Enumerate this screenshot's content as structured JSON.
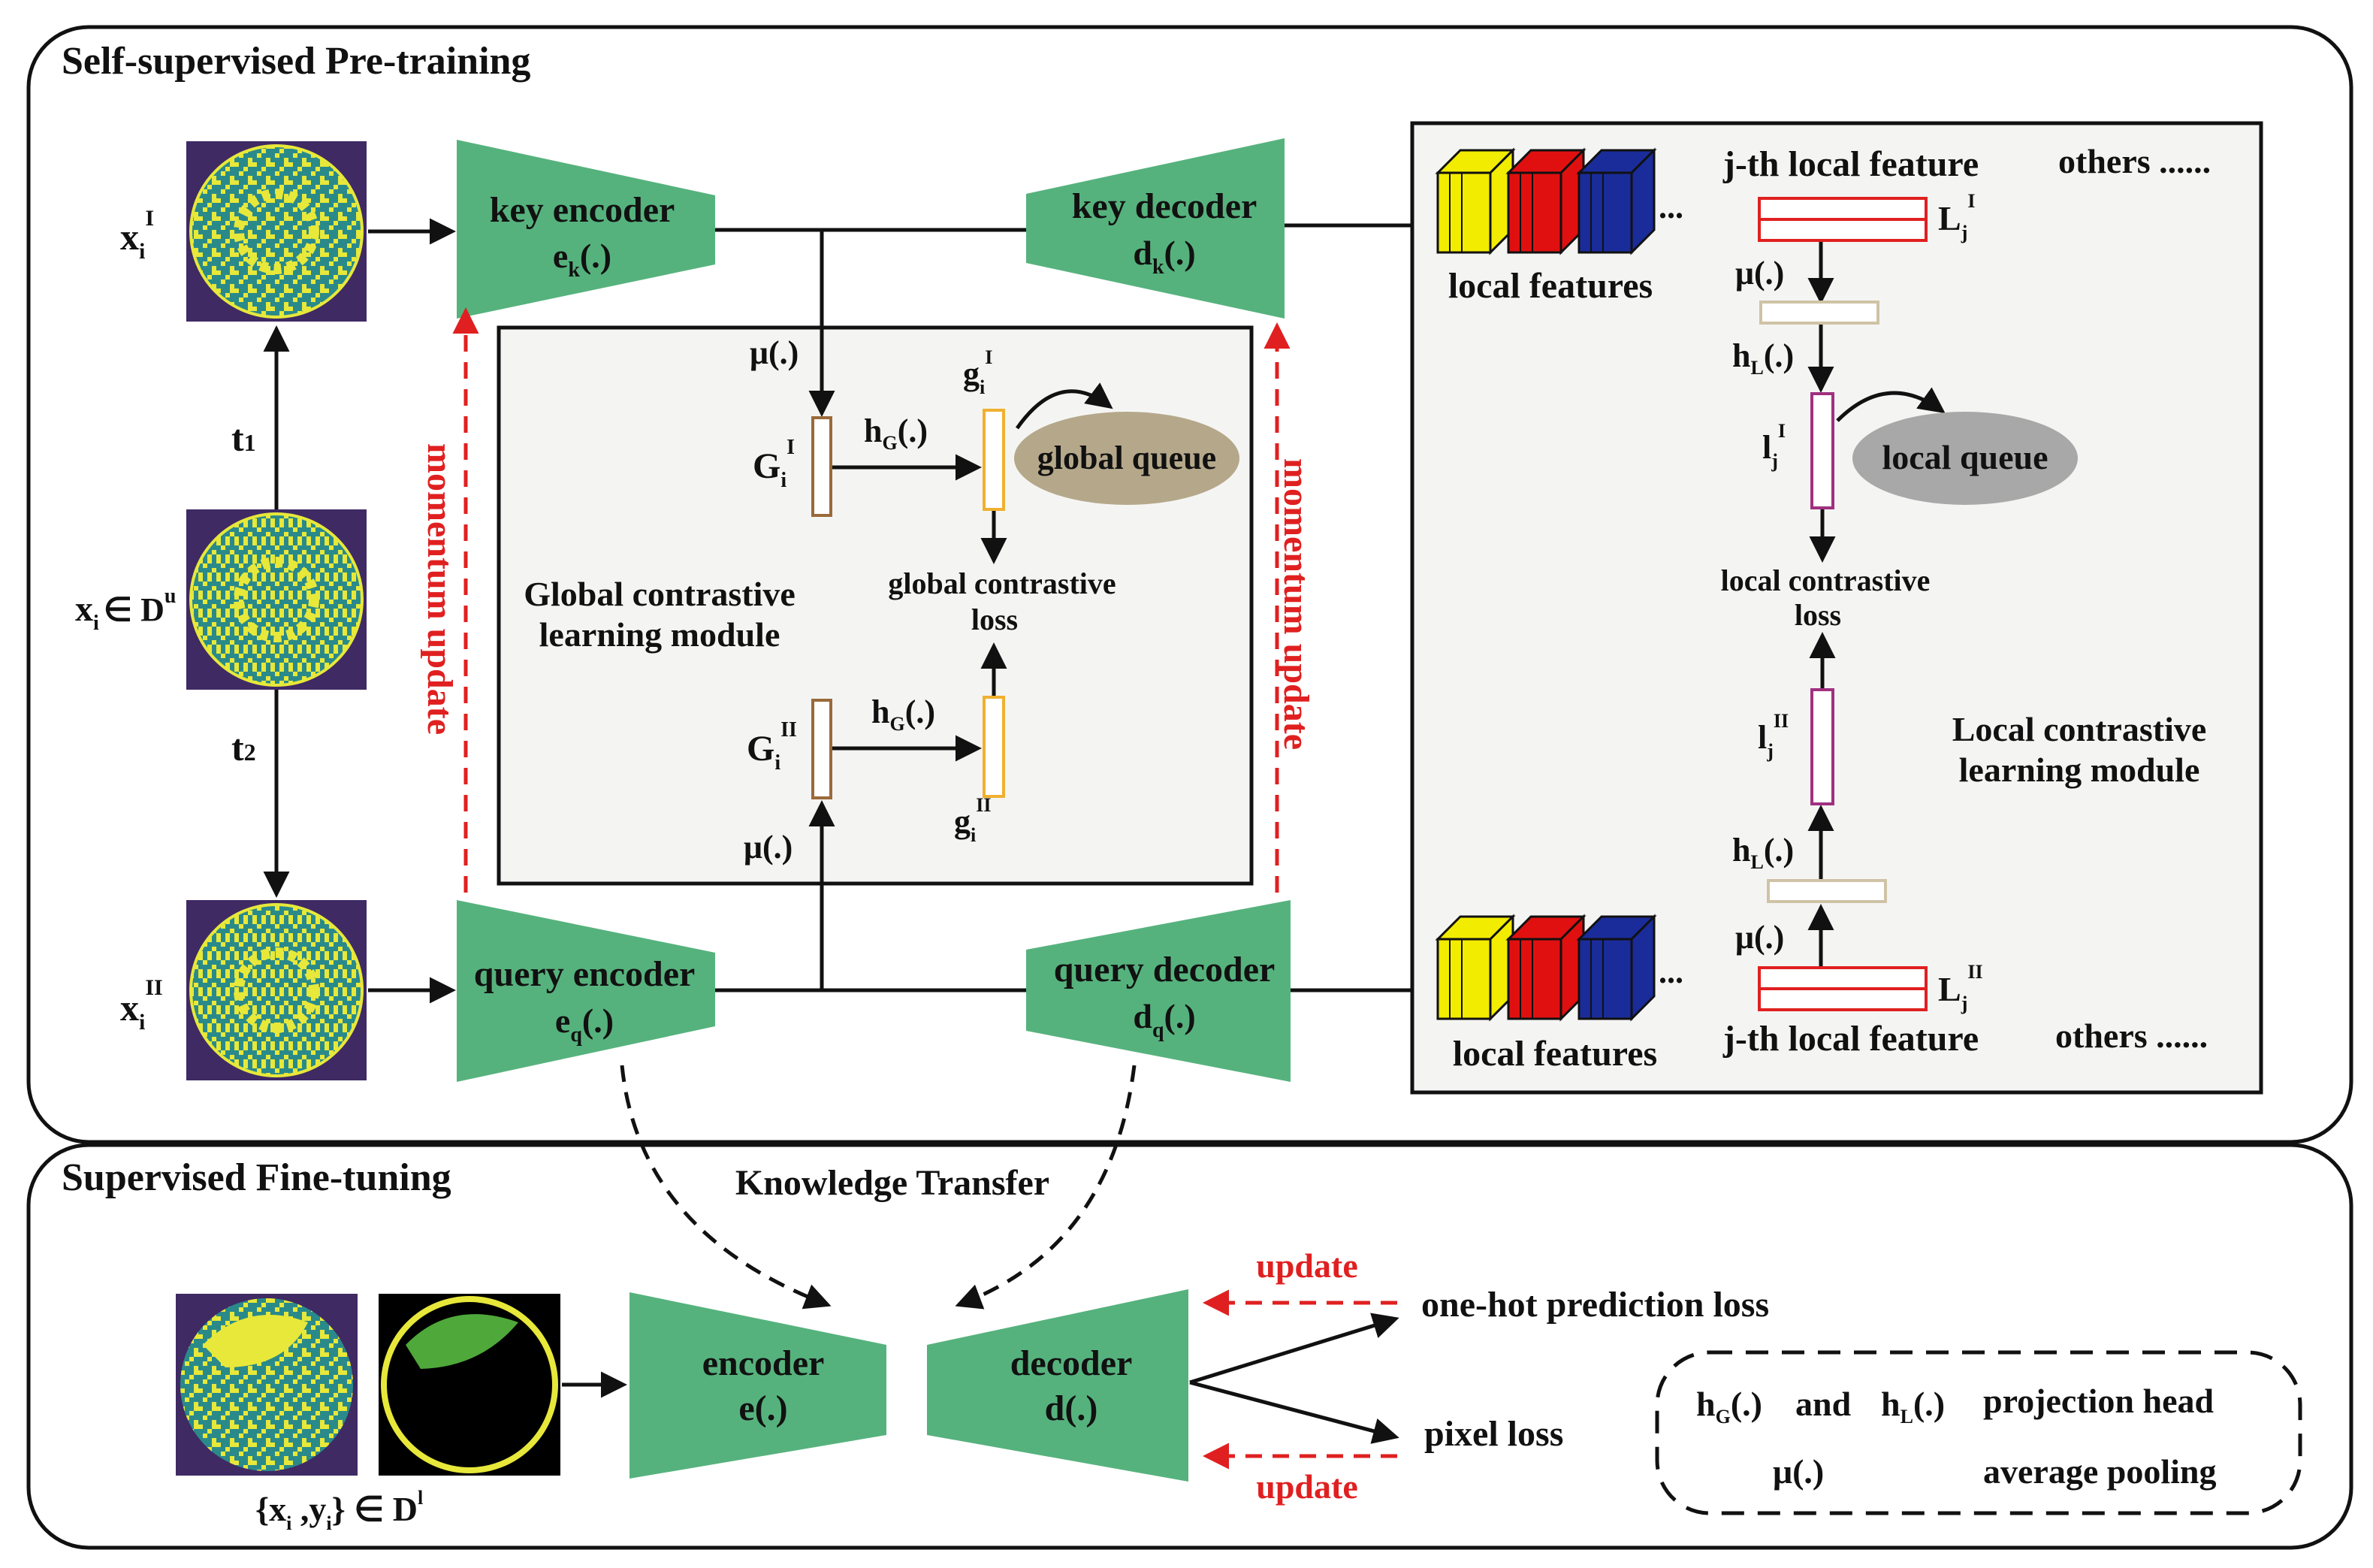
{
  "pretrain": {
    "title": "Self-supervised Pre-training",
    "x_top": "x",
    "x_top_sub": "i",
    "x_top_sup": "I",
    "x_mid": "x",
    "x_mid_sub": "i",
    "x_mid_rel": "∈ D",
    "x_mid_sup": "u",
    "x_bot": "x",
    "x_bot_sub": "i",
    "x_bot_sup": "II",
    "t1": "t",
    "t1_sub": "1",
    "t2": "t",
    "t2_sub": "2",
    "momentum": "momentum update",
    "key_encoder": "key encoder",
    "key_encoder_fn": "e",
    "key_encoder_sub": "k",
    "key_encoder_arg": "(.)",
    "key_decoder": "key decoder",
    "key_decoder_fn": "d",
    "key_decoder_sub": "k",
    "key_decoder_arg": "(.)",
    "query_encoder": "query encoder",
    "query_encoder_fn": "e",
    "query_encoder_sub": "q",
    "query_encoder_arg": "(.)",
    "query_decoder": "query decoder",
    "query_decoder_fn": "d",
    "query_decoder_sub": "q",
    "query_decoder_arg": "(.)",
    "global": {
      "mu_top": "μ(.)",
      "mu_bot": "μ(.)",
      "G": "G",
      "G_sub": "i",
      "G_top_sup": "I",
      "G_bot_sup": "II",
      "h": "h",
      "h_sub": "G",
      "h_arg": "(.)",
      "g": "g",
      "g_sub": "i",
      "g_top_sup": "I",
      "g_bot_sup": "II",
      "queue": "global queue",
      "loss_line1": "global contrastive",
      "loss_line2": "loss",
      "module_line1": "Global contrastive",
      "module_line2": "learning module"
    },
    "local": {
      "features_top": "local features",
      "features_bot": "local features",
      "dots": "...",
      "jth_top": "j-th local feature",
      "jth_bot": "j-th local feature",
      "others_top": "others ......",
      "others_bot": "others ......",
      "L": "L",
      "L_sub": "j",
      "L_top_sup": "I",
      "L_bot_sup": "II",
      "mu": "μ(.)",
      "h": "h",
      "h_sub": "L",
      "h_arg": "(.)",
      "l": "l",
      "l_sub": "j",
      "l_top_sup": "I",
      "l_bot_sup": "II",
      "queue": "local queue",
      "loss_line1": "local contrastive",
      "loss_line2": "loss",
      "module_line1": "Local contrastive",
      "module_line2": "learning module"
    }
  },
  "finetune": {
    "title": "Supervised Fine-tuning",
    "knowledge": "Knowledge Transfer",
    "encoder": "encoder",
    "encoder_fn": "e(.)",
    "decoder": "decoder",
    "decoder_fn": "d(.)",
    "update_top": "update",
    "update_bot": "update",
    "onehot": "one-hot  prediction loss",
    "pixel": "pixel loss",
    "data_label_open": "{x",
    "data_label_sub1": "i",
    "data_label_mid": " ,y",
    "data_label_sub2": "i",
    "data_label_close": "} ∈ D",
    "data_label_sup": "l",
    "legend": {
      "hG": "h",
      "hG_sub": "G",
      "hG_arg": "(.)",
      "and": "and",
      "hL": "h",
      "hL_sub": "L",
      "hL_arg": "(.)",
      "proj": "projection head",
      "mu": "μ(.)",
      "avg": "average pooling"
    }
  },
  "colors": {
    "green": "#56b27d",
    "wafer_bg": "#3f2a64",
    "wafer_teal": "#2a8a8a",
    "wafer_yellow": "#e7e83a",
    "red": "#e02020",
    "feat_yellow": "#f2ec00",
    "feat_red": "#e01010",
    "feat_blue": "#1a2c9a",
    "brown": "#9a6a3a",
    "orange": "#f0b030",
    "magenta": "#a03080",
    "tan": "#cfc3a6",
    "queue_global": "#b5a88a",
    "queue_local": "#a8a8a8",
    "panel_gray": "#f4f5f3"
  }
}
